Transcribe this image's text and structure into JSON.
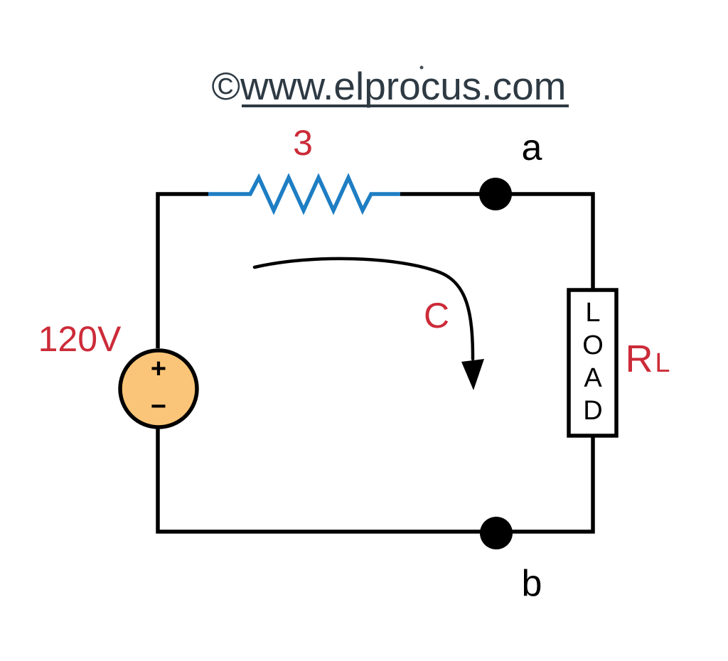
{
  "watermark": {
    "text": "©www.elprocus.com",
    "color": "#2E3A43"
  },
  "colors": {
    "red": "#CC2B38",
    "blue": "#1E7EC3",
    "wire": "#000000",
    "source_fill": "#FAC578"
  },
  "source": {
    "voltage_label": "120V",
    "plus": "+",
    "minus": "−"
  },
  "resistor": {
    "value_label": "3"
  },
  "terminal_a": {
    "label": "a"
  },
  "terminal_b": {
    "label": "b"
  },
  "load": {
    "letters": [
      "L",
      "O",
      "A",
      "D"
    ],
    "resistance_symbol": "R",
    "resistance_subscript": "L"
  },
  "current_arrow": {
    "label": "C"
  }
}
